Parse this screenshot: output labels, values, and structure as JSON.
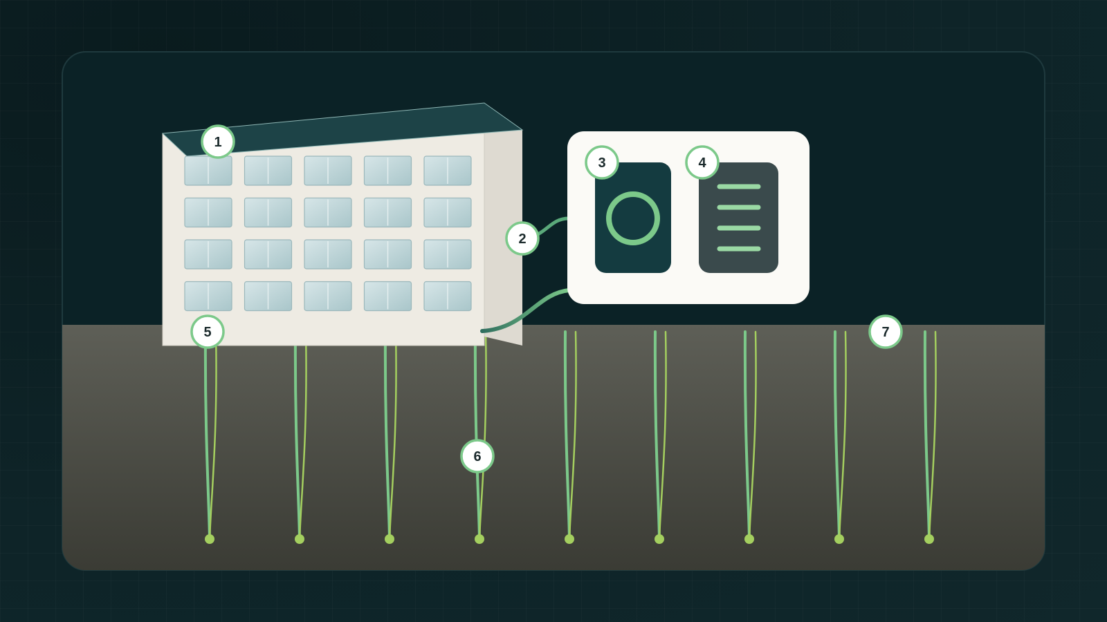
{
  "colors": {
    "background": "#0c1f24",
    "panel": "#0b2226",
    "ground_top": "#5b5c54",
    "ground_bottom": "#3b3c35",
    "building_front": "#eeebe3",
    "building_side": "#dedad1",
    "roof": "#1d4347",
    "window": "#c8dde0",
    "probe_green": "#7cc98a",
    "probe_lime": "#a4cf5f",
    "callout_bg": "#fbfaf6",
    "unit_dark": "#143b40",
    "tank_dark": "#3a4a4c",
    "accent_light": "#9ad9a4"
  },
  "badges": [
    {
      "label": "1",
      "target": "roof"
    },
    {
      "label": "2",
      "target": "pipe-connection"
    },
    {
      "label": "3",
      "target": "heat-pump-unit"
    },
    {
      "label": "4",
      "target": "buffer-tank"
    },
    {
      "label": "5",
      "target": "ground-surface"
    },
    {
      "label": "6",
      "target": "borehole-probe"
    },
    {
      "label": "7",
      "target": "ground"
    }
  ],
  "icons": {
    "heat_pump": "ring-icon",
    "tank": "stacked-lines-icon"
  },
  "borehole_count": 9,
  "window_grid": {
    "rows": 4,
    "columns": 5
  }
}
